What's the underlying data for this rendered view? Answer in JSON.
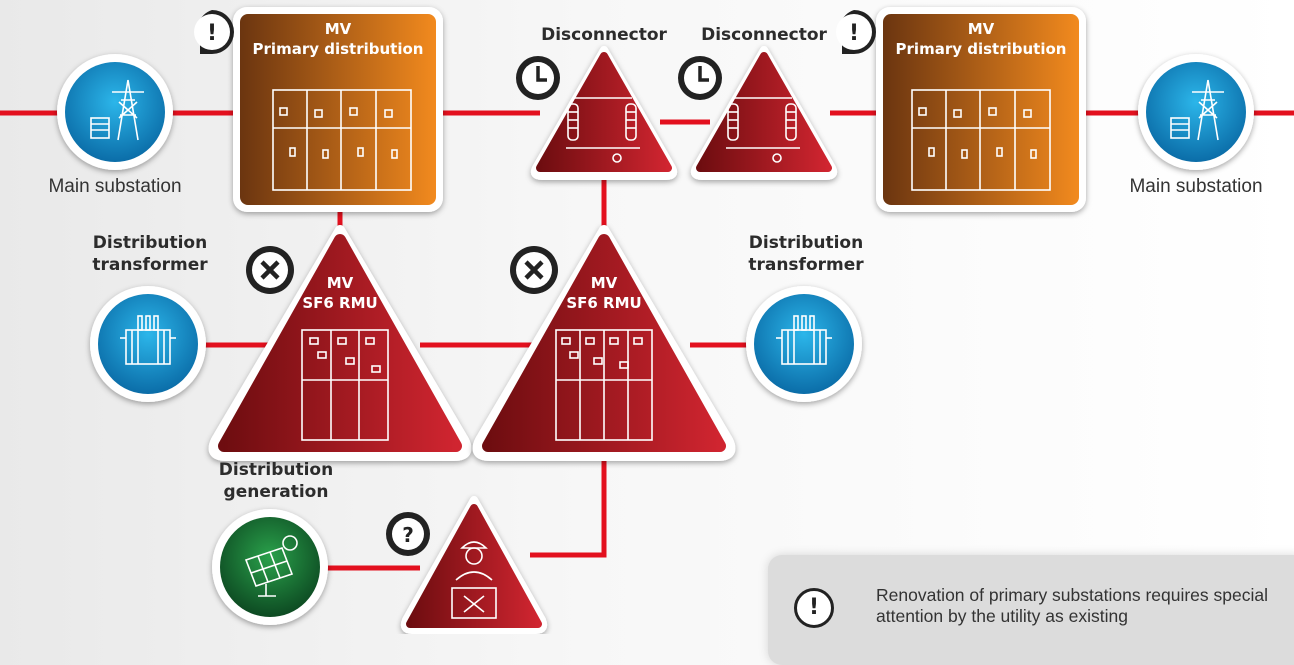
{
  "labels": {
    "main_substation_left": "Main substation",
    "main_substation_right": "Main substation",
    "mv_primary_left_line1": "MV",
    "mv_primary_left_line2": "Primary distribution",
    "mv_primary_right_line1": "MV",
    "mv_primary_right_line2": "Primary distribution",
    "disconnector_1": "Disconnector",
    "disconnector_2": "Disconnector",
    "rmu_left_line1": "MV",
    "rmu_left_line2": "SF6 RMU",
    "rmu_right_line1": "MV",
    "rmu_right_line2": "SF6 RMU",
    "dist_transformer_left_line1": "Distribution",
    "dist_transformer_left_line2": "transformer",
    "dist_transformer_right_line1": "Distribution",
    "dist_transformer_right_line2": "transformer",
    "dist_generation_line1": "Distribution",
    "dist_generation_line2": "generation"
  },
  "status_badges": {
    "mv_left": "!",
    "mv_right": "!",
    "disconnector_1": "clock",
    "disconnector_2": "clock",
    "rmu_left": "x",
    "rmu_right": "x",
    "generation_link": "?"
  },
  "note": {
    "icon": "!",
    "text": "Renovation of primary substations requires special attention by the utility as existing"
  },
  "colors": {
    "line_red": "#e3101e",
    "triangle_dark": "#7a0f12",
    "triangle_light": "#c8202a",
    "primary_dark": "#6b3510",
    "primary_light": "#f28a1e",
    "circle_blue": "#1aa3dd",
    "circle_blue_dark": "#0b6da8",
    "circle_green": "#1f8f3f",
    "circle_green_dark": "#0d4a22"
  }
}
